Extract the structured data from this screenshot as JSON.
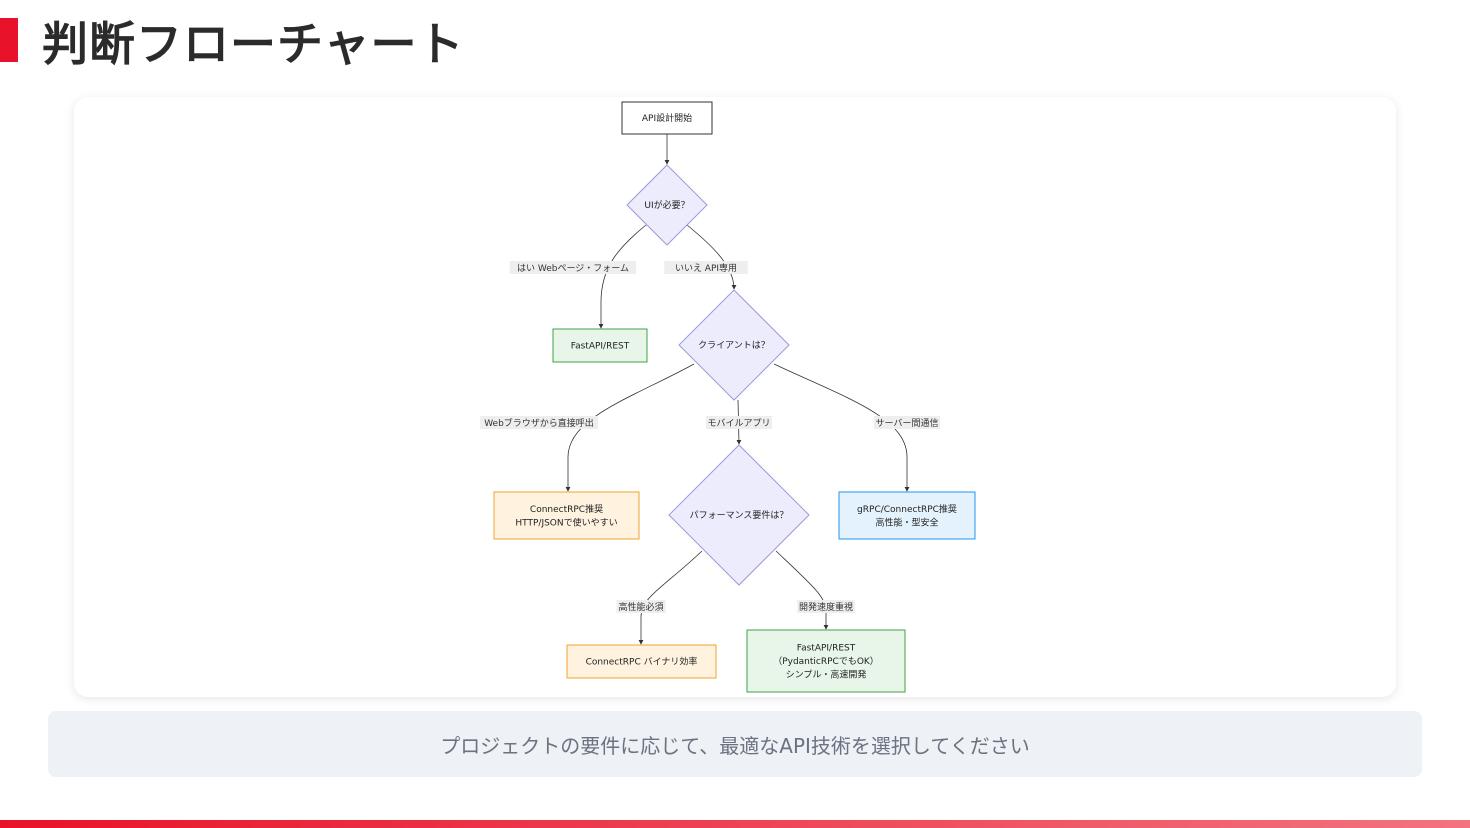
{
  "page": {
    "title": "判断フローチャート",
    "note": "プロジェクトの要件に応じて、最適なAPI技術を選択してください"
  },
  "colors": {
    "accent": "#e8132a",
    "decision_fill": "#ececfd",
    "green_fill": "#e8f5e9",
    "green_stroke": "#43a047",
    "orange_fill": "#fff3e0",
    "orange_stroke": "#f0a030",
    "blue_fill": "#e3f2fd",
    "blue_stroke": "#2196f3"
  },
  "flowchart": {
    "nodes": {
      "start": [
        "API設計開始"
      ],
      "ui": [
        "UIが必要？"
      ],
      "fastapi1": [
        "FastAPI/REST"
      ],
      "client": [
        "クライアントは？"
      ],
      "connect1": [
        "ConnectRPC推奨",
        "HTTP/JSONで使いやすい"
      ],
      "perf": [
        "パフォーマンス要件は？"
      ],
      "grpc": [
        "gRPC/ConnectRPC推奨",
        "高性能・型安全"
      ],
      "connect2": [
        "ConnectRPC バイナリ効率"
      ],
      "fastapi2": [
        "FastAPI/REST",
        "（PydanticRPCでもOK）",
        "シンプル・高速開発"
      ]
    },
    "edges": {
      "yes_web": "はい Webページ・フォーム",
      "no_api": "いいえ API専用",
      "browser": "Webブラウザから直接呼出",
      "mobile": "モバイルアプリ",
      "server": "サーバー間通信",
      "high_perf": "高性能必須",
      "dev_speed": "開発速度重視"
    }
  }
}
